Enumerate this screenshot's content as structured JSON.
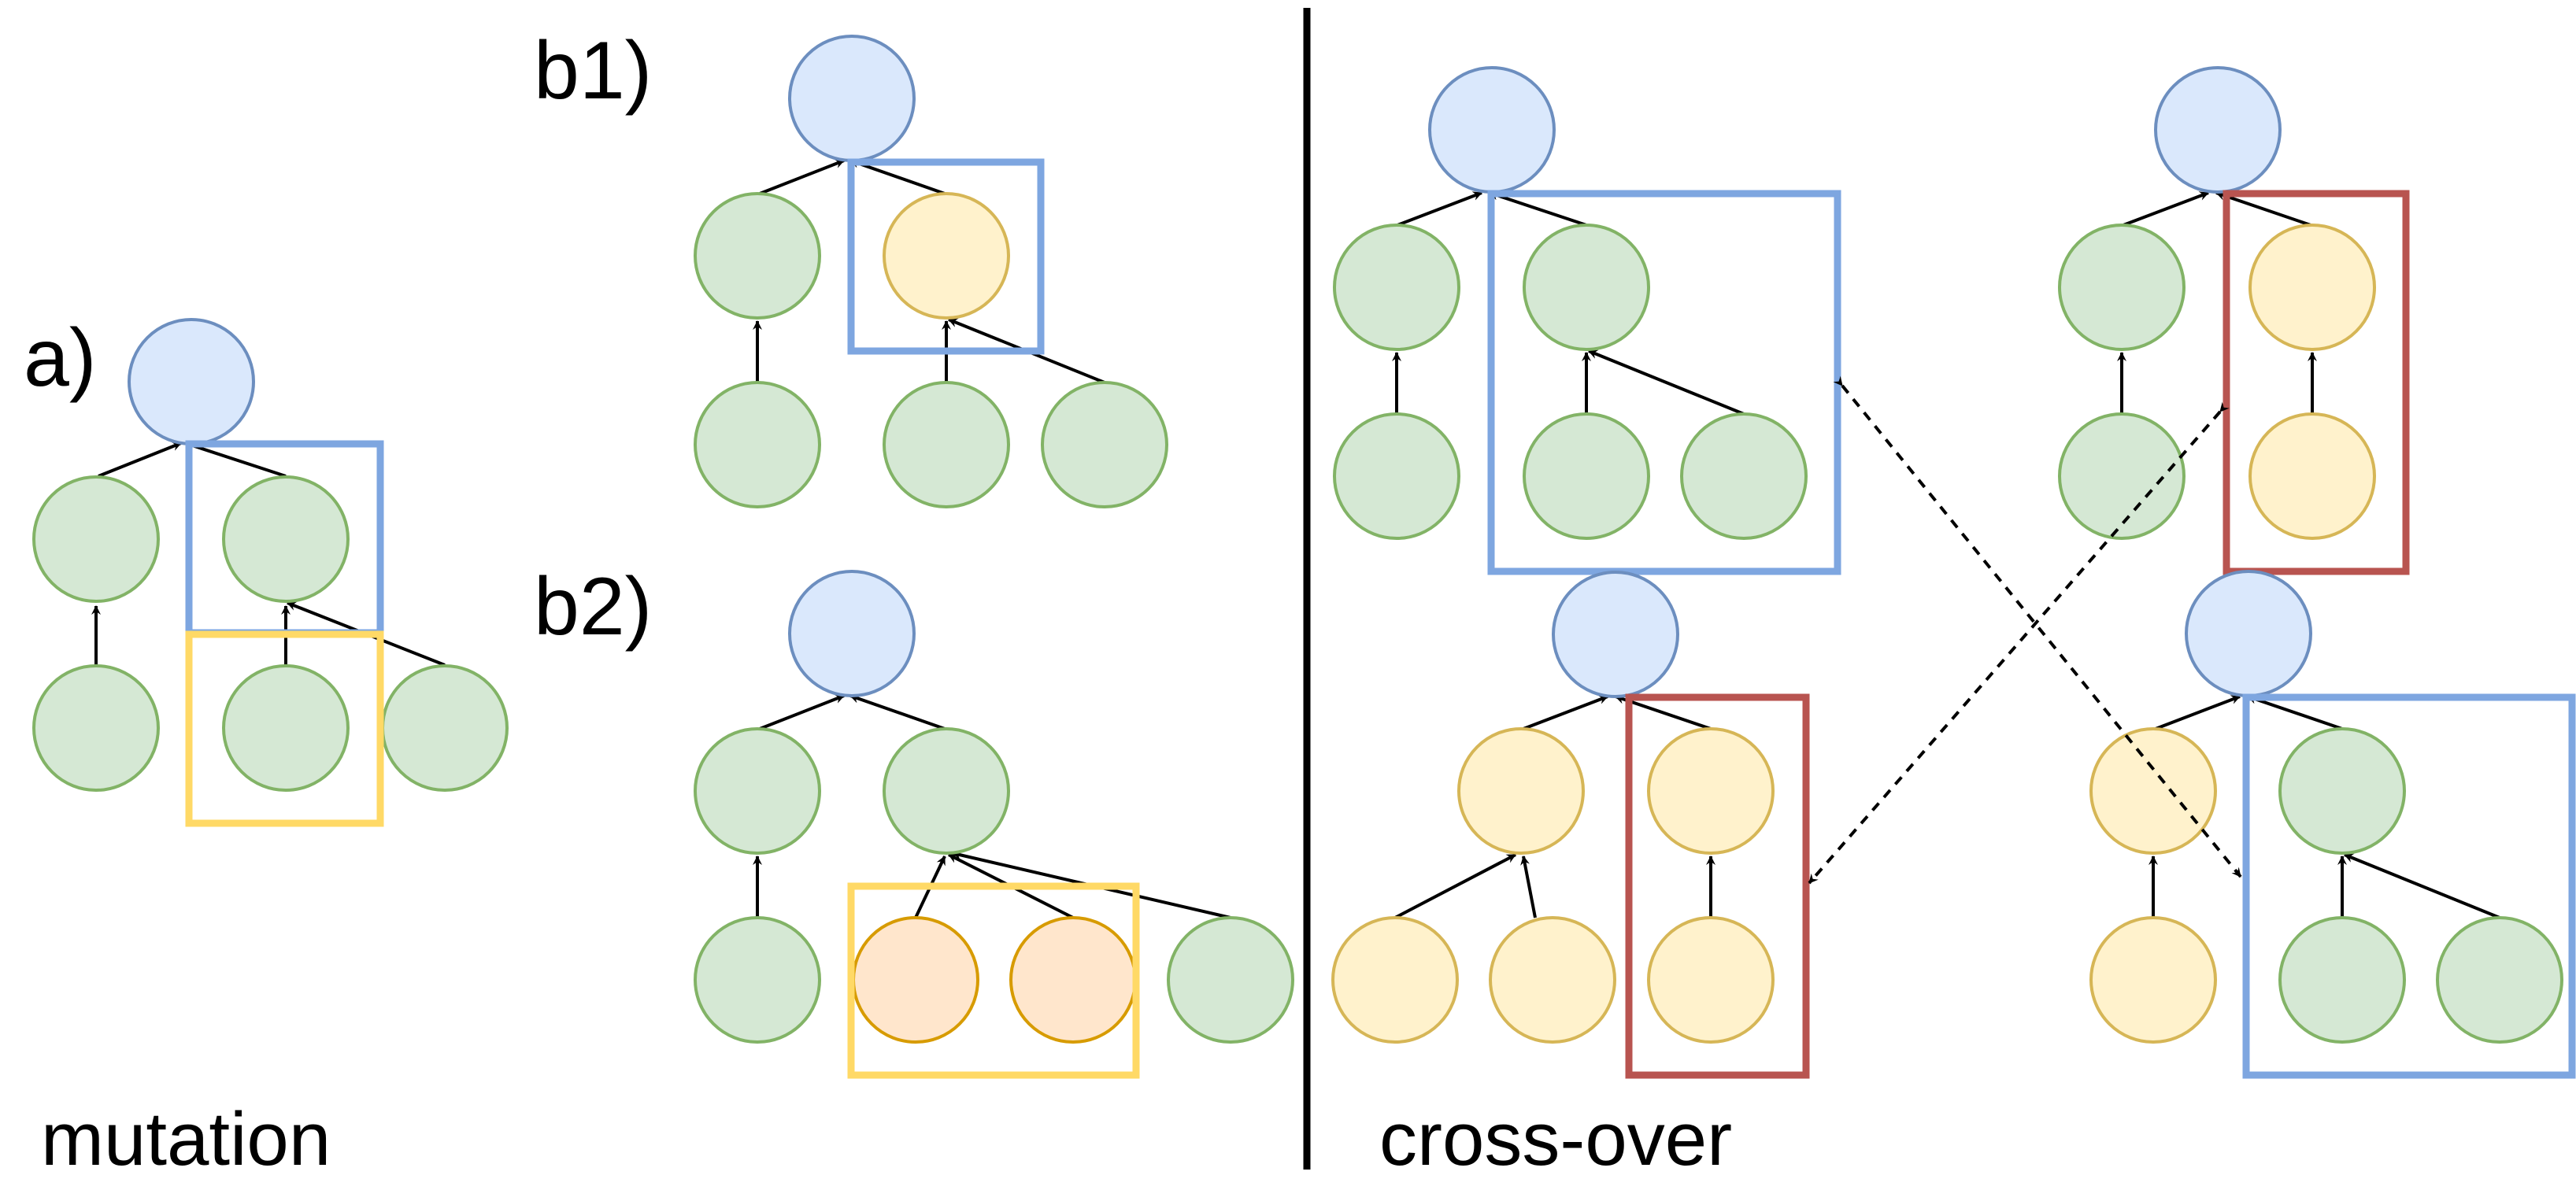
{
  "labels": {
    "a": "a)",
    "b1": "b1)",
    "b2": "b2)",
    "mutation": "mutation",
    "crossover": "cross-over"
  },
  "colors": {
    "root_fill": "#dae8fc",
    "root_stroke": "#6c8ebf",
    "green_fill": "#d5e8d4",
    "green_stroke": "#82b366",
    "yellow_fill": "#fff2cc",
    "yellow_stroke": "#d6b656",
    "orange_fill": "#ffe6cc",
    "orange_stroke": "#d79b00",
    "box_blue": "#7ea6e0",
    "box_yellow": "#ffd966",
    "box_red": "#b85450",
    "arrow": "#000000"
  }
}
